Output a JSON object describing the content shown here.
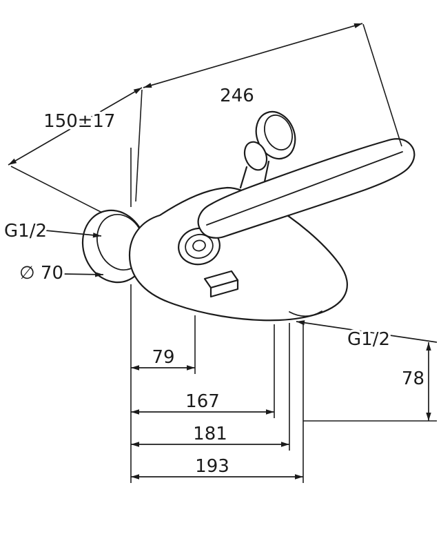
{
  "labels": {
    "d246": "246",
    "d150": "150",
    "tol": "±17",
    "g12_left": "G1/2",
    "dia70": "∅ 70",
    "g12_right": "G1/2",
    "d78": "78",
    "d79": "79",
    "d167": "167",
    "d181": "181",
    "d193": "193"
  },
  "colors": {
    "line": "#1b1b1b",
    "background": "#ffffff"
  }
}
